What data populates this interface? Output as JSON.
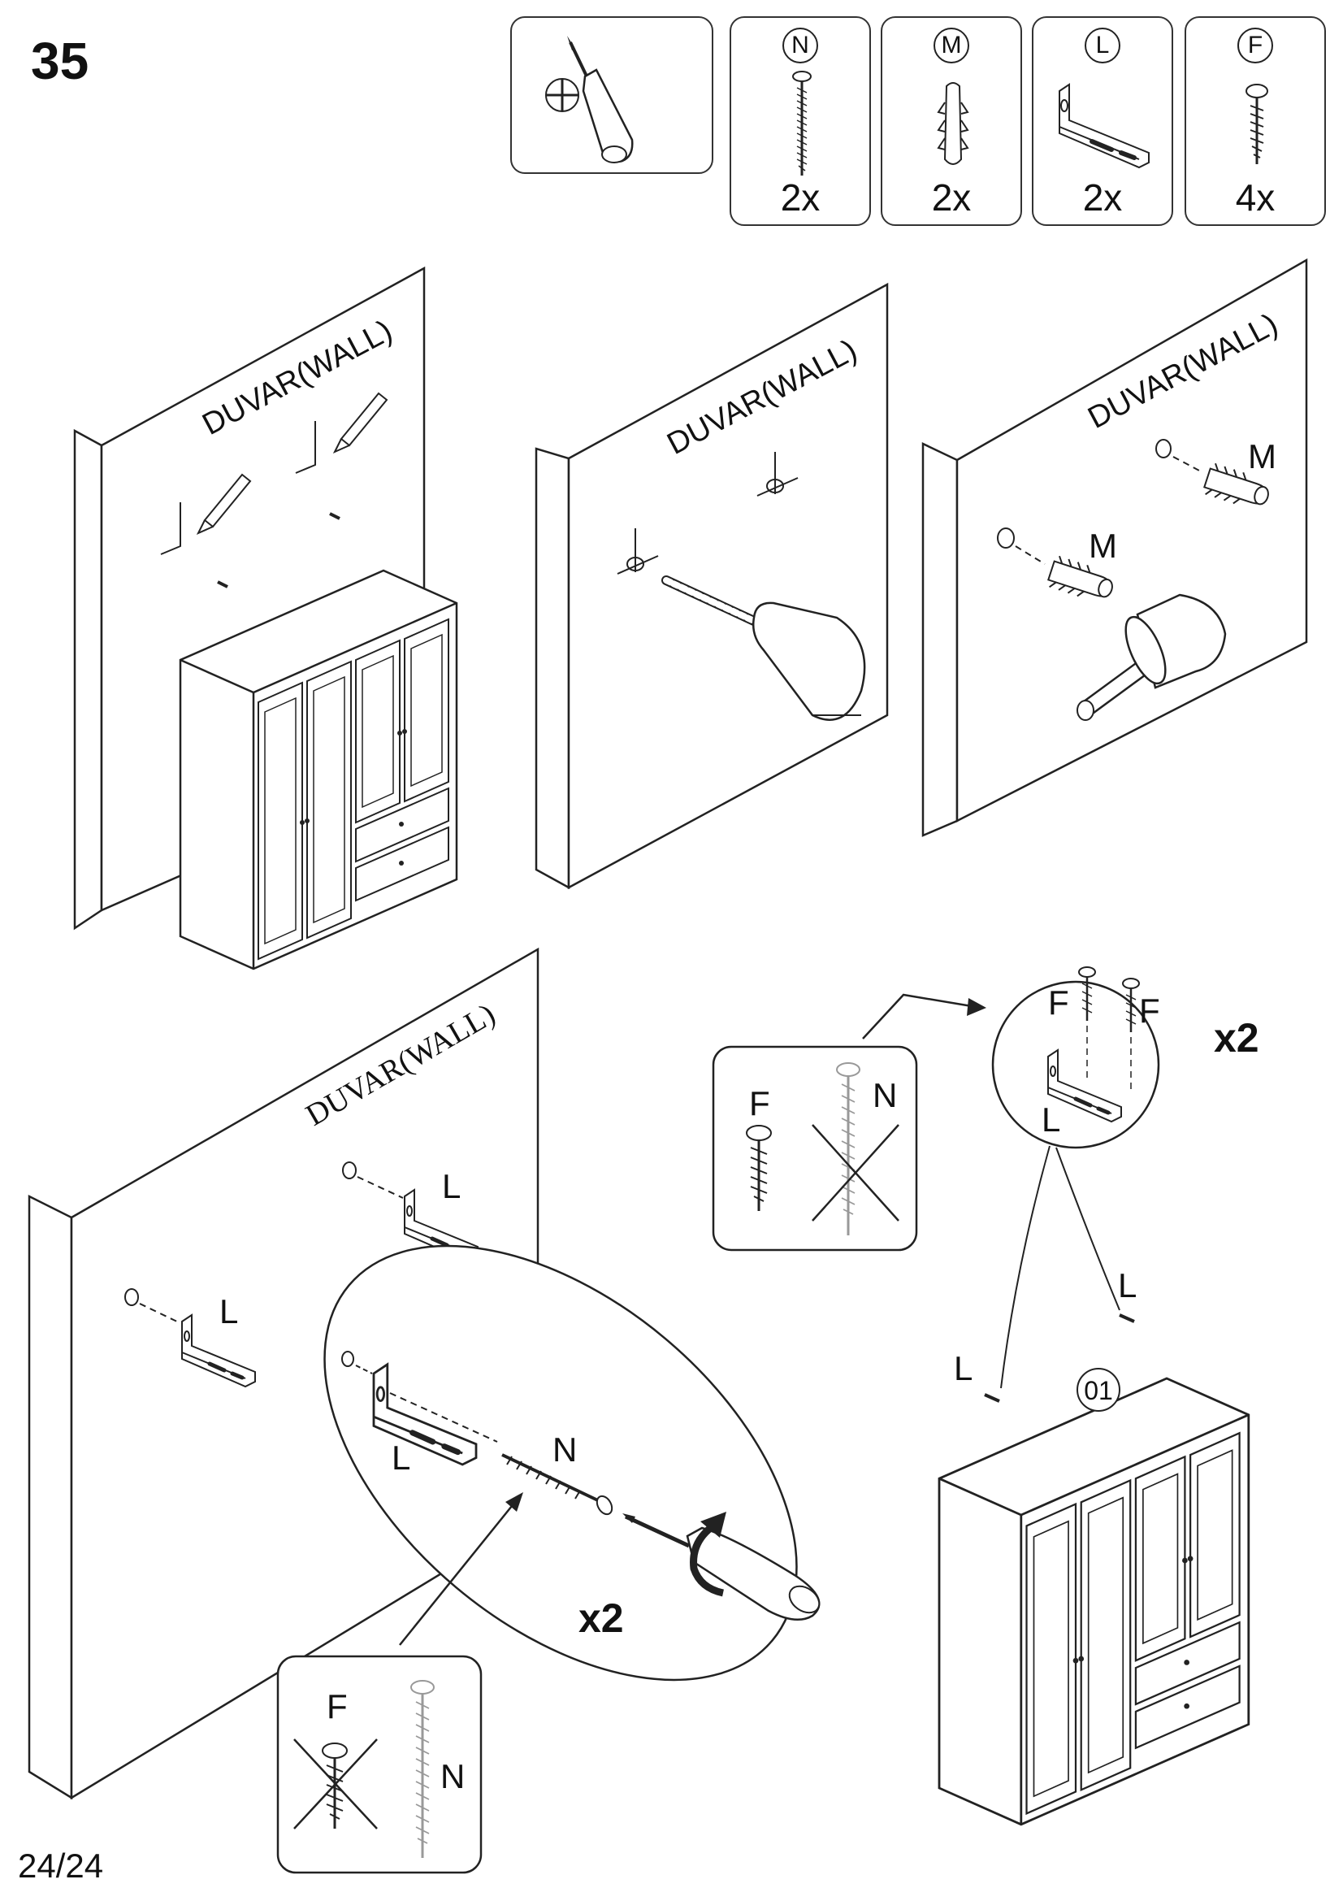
{
  "step": {
    "number": "35"
  },
  "page": {
    "number": "24/24"
  },
  "parts": [
    {
      "letter": "N",
      "qty": "2x"
    },
    {
      "letter": "M",
      "qty": "2x"
    },
    {
      "letter": "L",
      "qty": "2x"
    },
    {
      "letter": "F",
      "qty": "4x"
    }
  ],
  "tools": {
    "primary": "phillips-screwdriver-icon"
  },
  "panels": {
    "mark": {
      "wall_label": "DUVAR(WALL)"
    },
    "drill": {
      "wall_label": "DUVAR(WALL)"
    },
    "anchor": {
      "wall_label": "DUVAR(WALL)",
      "anchor_label_1": "M",
      "anchor_label_2": "M"
    },
    "mount": {
      "wall_label": "DUVAR(WALL)",
      "bracket_label_1": "L",
      "bracket_label_2": "L",
      "detail_bracket_label": "L",
      "detail_screw_label": "N",
      "detail_multiplier": "x2",
      "inset_wrong_label": "F",
      "inset_right_label": "N"
    },
    "cabinet": {
      "inset_right_label": "F",
      "inset_wrong_label": "N",
      "circle_screw_label_1": "F",
      "circle_screw_label_2": "F",
      "circle_bracket_label": "L",
      "circle_multiplier": "x2",
      "top_bracket_label_1": "L",
      "top_bracket_label_2": "L",
      "module_number": "01"
    }
  }
}
